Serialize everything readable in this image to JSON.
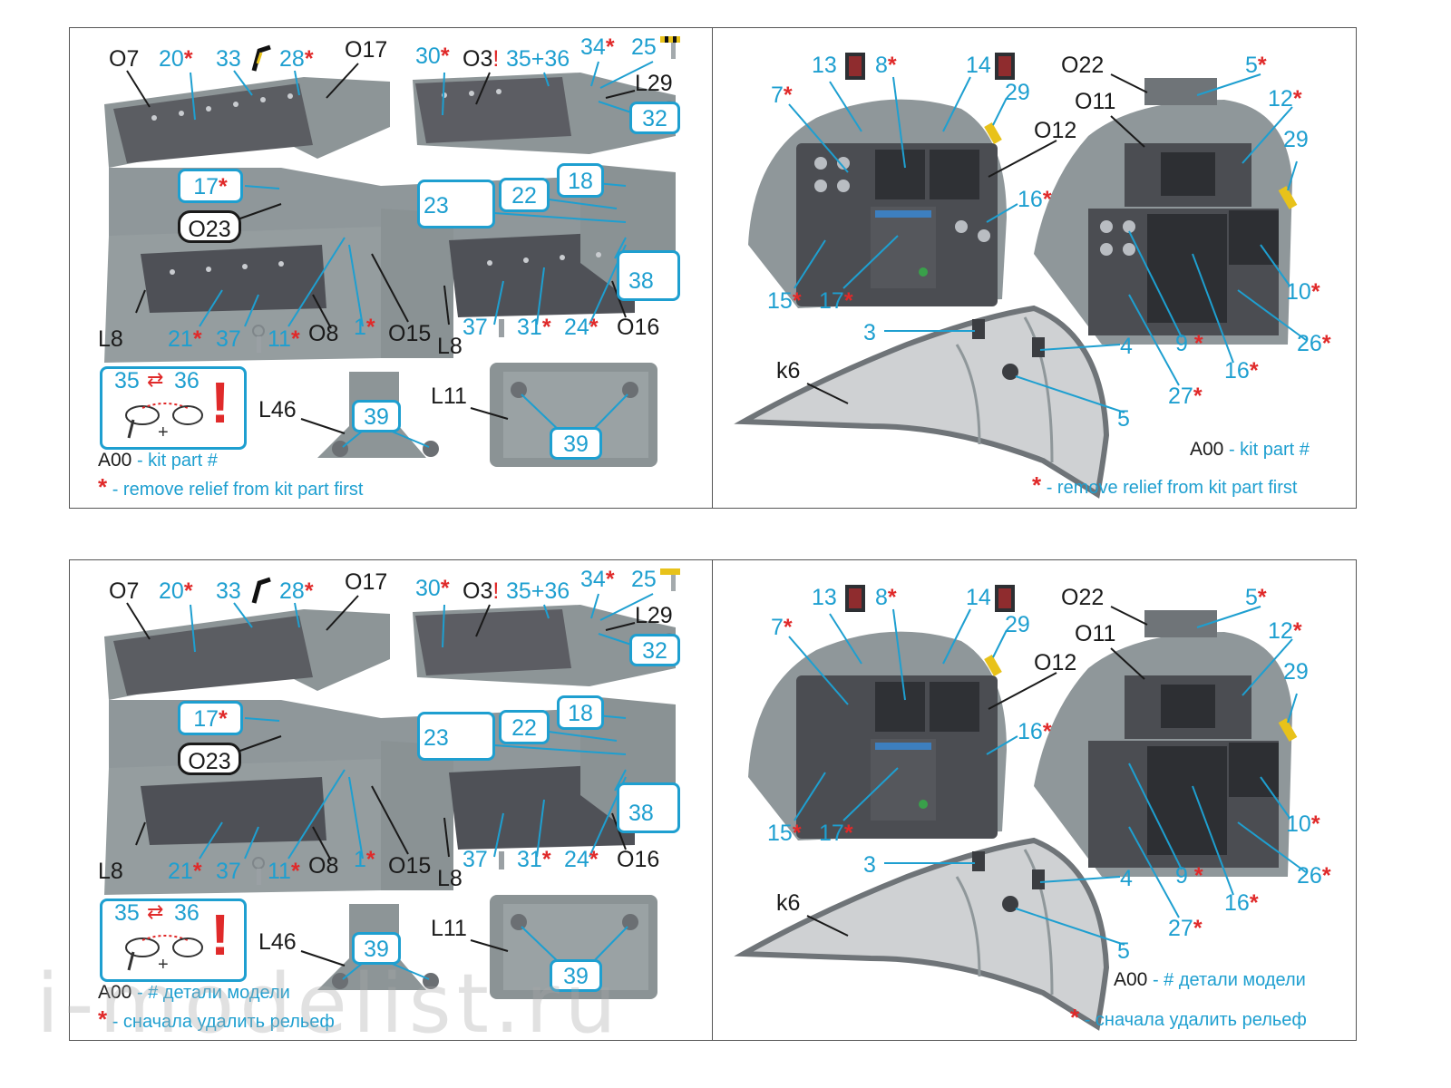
{
  "title_legend": {
    "kit_part_code": "A00",
    "kit_part_text_en": "- kit part #",
    "remove_text_en": "- remove relief from kit part first",
    "kit_part_text_ru": "- # детали модели",
    "remove_text_ru": "- сначала удалить рельеф",
    "asterisk": "*"
  },
  "left_labels": {
    "o7": "O7",
    "p20": "20",
    "p33": "33",
    "p28": "28",
    "o17": "O17",
    "p30": "30",
    "o3": "O3",
    "excl": "!",
    "p3536": "35+36",
    "p34": "34",
    "p25": "25",
    "l29": "L29",
    "p32": "32",
    "p17": "17",
    "p18": "18",
    "p22": "22",
    "p23": "23",
    "o23": "O23",
    "p38": "38",
    "l8a": "L8",
    "p21": "21",
    "p37a": "37",
    "p11": "11",
    "o8": "O8",
    "p1": "1",
    "o15": "O15",
    "l8b": "L8",
    "p37b": "37",
    "p31": "31",
    "p24": "24",
    "o16": "O16",
    "p35": "35",
    "p36": "36",
    "l46": "L46",
    "p39a": "39",
    "l11": "L11",
    "p39b": "39"
  },
  "right_labels": {
    "p13": "13",
    "p8": "8",
    "p14": "14",
    "o22": "O22",
    "p5a": "5",
    "p7": "7",
    "p29a": "29",
    "o11": "O11",
    "p12": "12",
    "o12": "O12",
    "p29b": "29",
    "p16a": "16",
    "p10": "10",
    "p15": "15",
    "p17": "17",
    "p3": "3",
    "p4": "4",
    "p9": "9",
    "p26": "26",
    "p16b": "16",
    "k6": "k6",
    "p5b": "5",
    "p27": "27"
  },
  "watermark": "i-modelist.ru"
}
